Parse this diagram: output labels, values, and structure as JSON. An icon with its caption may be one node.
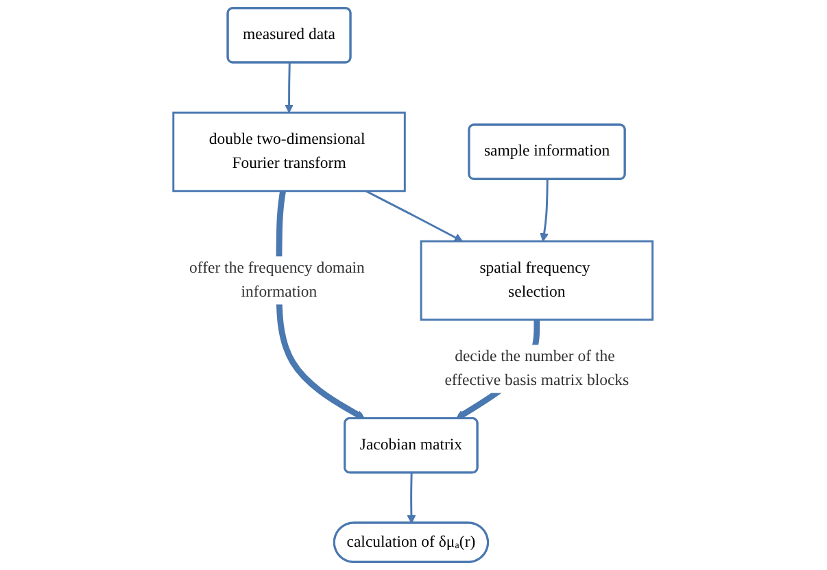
{
  "diagram": {
    "nodes": [
      {
        "text": [
          "measured data"
        ]
      },
      {
        "text": [
          "double two-dimensional Fourier transform"
        ]
      },
      {
        "text": [
          "sample information"
        ]
      },
      {
        "text": [
          "spatial frequency selection"
        ]
      },
      {
        "text": [
          "Jacobian matrix"
        ]
      },
      {
        "text": [
          "calculation of δμₐ(r)"
        ]
      }
    ],
    "edges": [
      {
        "from": 0,
        "to": 1,
        "arrow": "to"
      },
      {
        "from": 1,
        "to": 3,
        "arrow": "to"
      },
      {
        "from": 2,
        "to": 3,
        "arrow": "to"
      },
      {
        "from": 1,
        "to": 4,
        "arrow": "to",
        "label": "offer the frequency domain information",
        "style": "thick"
      },
      {
        "from": 3,
        "to": 4,
        "arrow": "to",
        "label": "decide the number of the effective basis matrix blocks",
        "style": "thick"
      },
      {
        "from": 4,
        "to": 5,
        "arrow": "to"
      }
    ]
  }
}
